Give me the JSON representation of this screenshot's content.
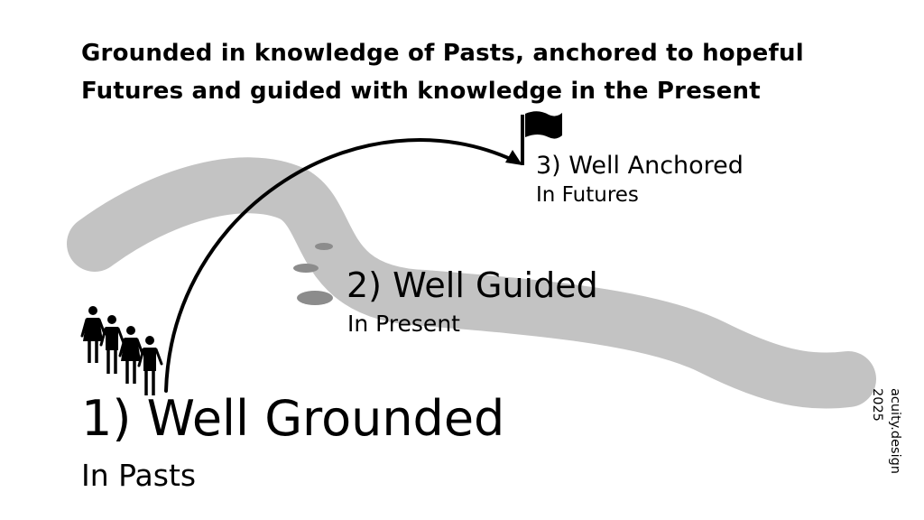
{
  "title": {
    "line1": "Grounded in knowledge of Pasts, anchored to hopeful",
    "line2": "Futures and guided with knowledge in the Present"
  },
  "stages": [
    {
      "heading": "1) Well Grounded",
      "sub": "In Pasts"
    },
    {
      "heading": "2) Well Guided",
      "sub": "In Present"
    },
    {
      "heading": "3) Well Anchored",
      "sub": "In Futures"
    }
  ],
  "credit": {
    "line1": "acuity.design",
    "line2": "2025"
  },
  "colors": {
    "river": "#c3c3c3",
    "stones": "#8c8c8c",
    "ink": "#000000",
    "background": "#ffffff"
  },
  "icons": {
    "people": "people-group-icon",
    "flag": "flag-icon",
    "arrow": "curved-arrow-icon"
  }
}
